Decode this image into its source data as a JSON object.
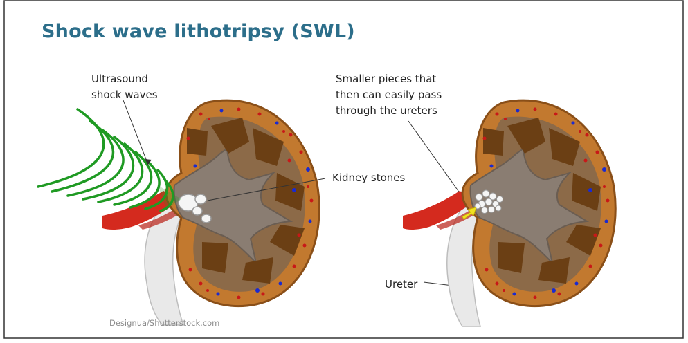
{
  "title": "Shock wave lithotripsy (SWL)",
  "labels": {
    "shockwaves": [
      "Ultrasound",
      "shock waves"
    ],
    "fragments": [
      "Smaller pieces that",
      "then can easily pass",
      "through the ureters"
    ],
    "stones": "Kidney stones",
    "ureter": "Ureter"
  },
  "credit": "Designua/Shutterstock.com",
  "colors": {
    "title": "#2c6e8a",
    "kidney_outer": "#c2792f",
    "kidney_inner": "#7a6a5a",
    "pyramid": "#6b3f14",
    "ureter": "#e8e8e8",
    "artery": "#d42a1e",
    "shock_wave": "#1f9a23",
    "arrow": "#f0e020",
    "red_dot": "#c81818",
    "blue_dot": "#1a2ad0"
  }
}
